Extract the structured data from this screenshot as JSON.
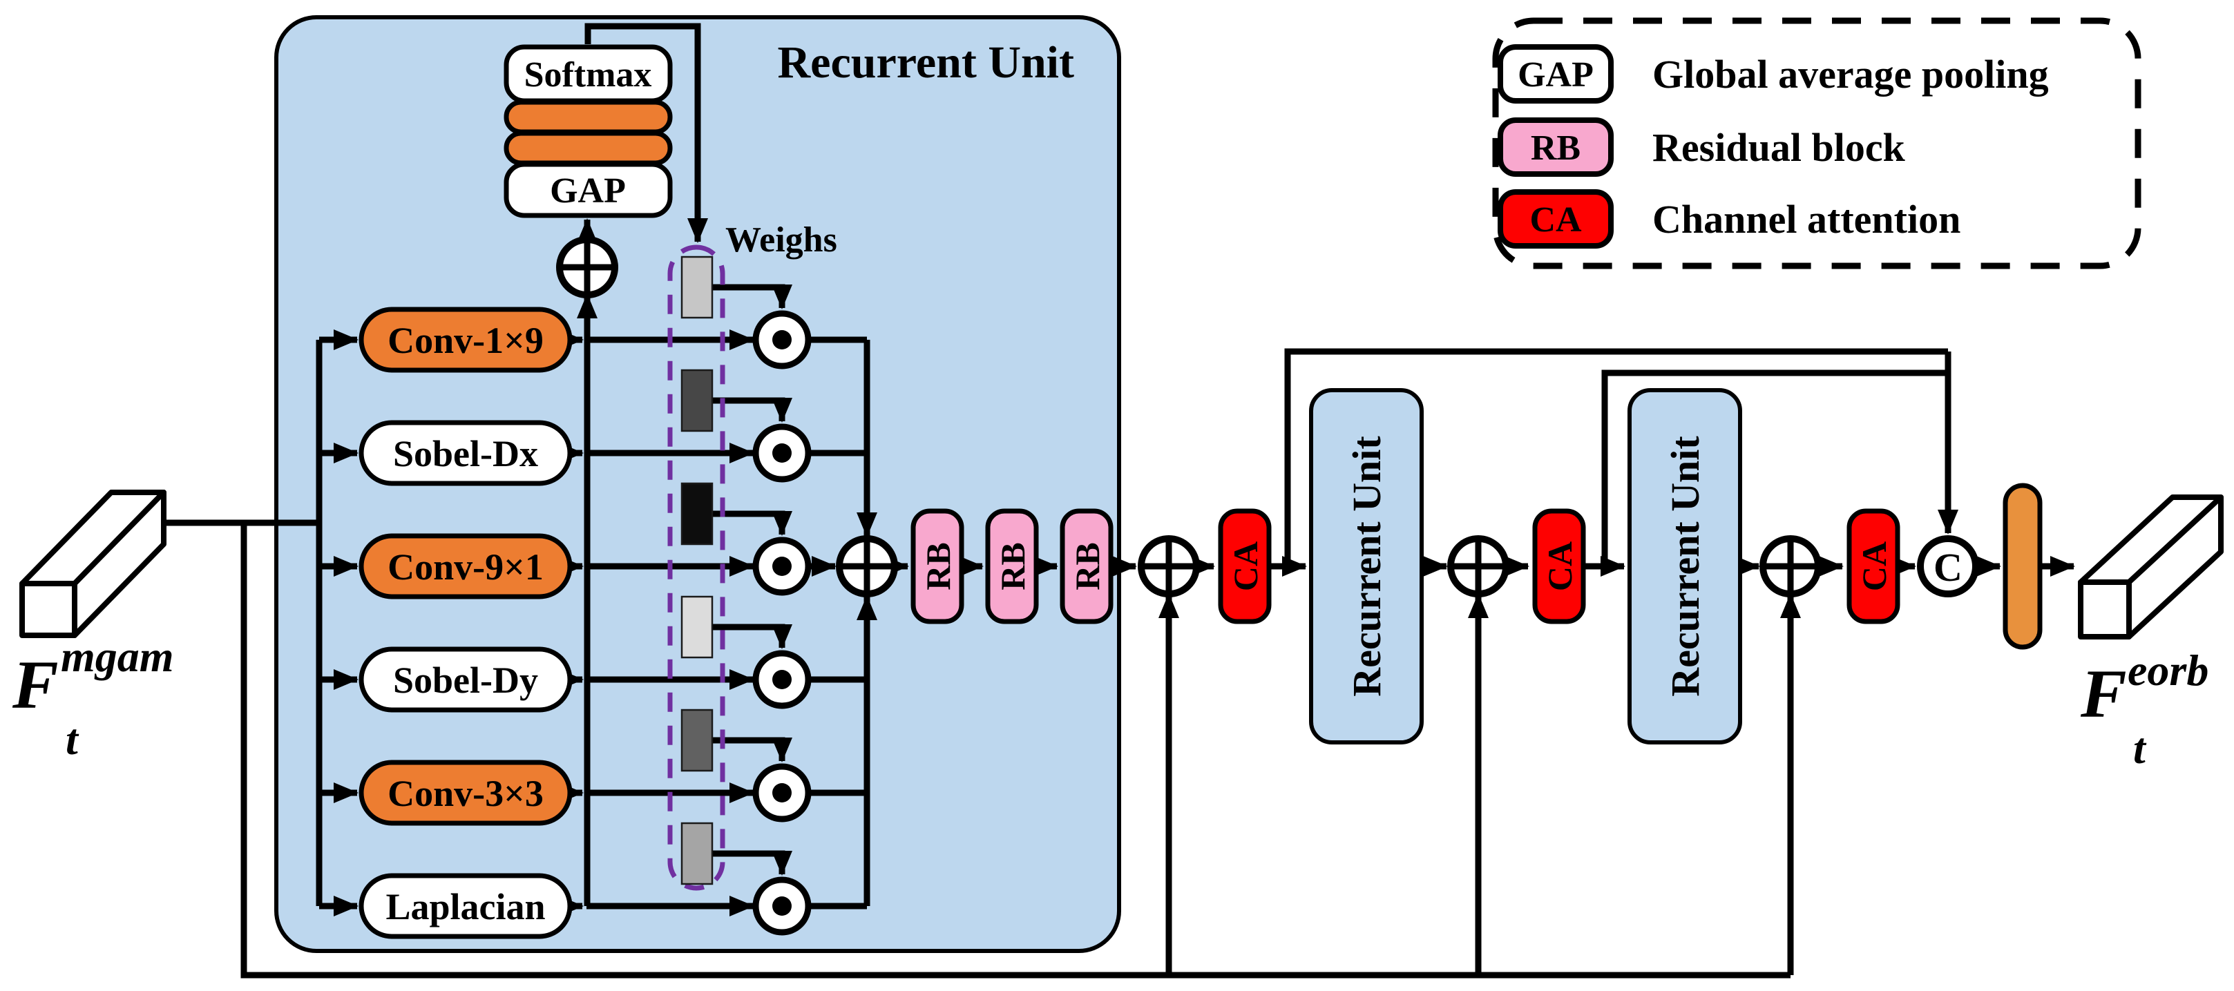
{
  "colors": {
    "panel_blue": "#BDD7EE",
    "block_orange": "#ED7D31",
    "block_white": "#FFFFFF",
    "rb_pink": "#F8A8CE",
    "ca_red": "#FE0101",
    "ru_blue": "#BDD7EE",
    "conv_bar_orange": "#E8913D",
    "weighs_purple": "#7030A0",
    "node_white": "#FFFFFF"
  },
  "recurrent_unit_panel": {
    "title": "Recurrent Unit",
    "stack": {
      "softmax_label": "Softmax",
      "gap_label": "GAP"
    },
    "weighs_label": "Weighs",
    "filters": [
      {
        "label": "Conv-1×9",
        "fill": "#ED7D31"
      },
      {
        "label": "Sobel-Dx",
        "fill": "#FFFFFF"
      },
      {
        "label": "Conv-9×1",
        "fill": "#ED7D31"
      },
      {
        "label": "Sobel-Dy",
        "fill": "#FFFFFF"
      },
      {
        "label": "Conv-3×3",
        "fill": "#ED7D31"
      },
      {
        "label": "Laplacian",
        "fill": "#FFFFFF"
      }
    ],
    "weight_squares": [
      "#C6C6C6",
      "#474747",
      "#0D0D0D",
      "#DCDCDC",
      "#616161",
      "#A5A5A5"
    ]
  },
  "pipeline": {
    "rb_label": "RB",
    "ca_label": "CA",
    "recurrent_unit_label": "Recurrent Unit",
    "concat_label": "C"
  },
  "io": {
    "input": {
      "base": "F",
      "sub": "t",
      "sup": "mgam"
    },
    "output": {
      "base": "F",
      "sub": "t",
      "sup": "eorb"
    }
  },
  "legend": {
    "items": [
      {
        "key": "GAP",
        "desc": "Global average pooling",
        "fill": "#FFFFFF"
      },
      {
        "key": "RB",
        "desc": "Residual block",
        "fill": "#F8A8CE"
      },
      {
        "key": "CA",
        "desc": "Channel attention",
        "fill": "#FE0101"
      }
    ]
  }
}
